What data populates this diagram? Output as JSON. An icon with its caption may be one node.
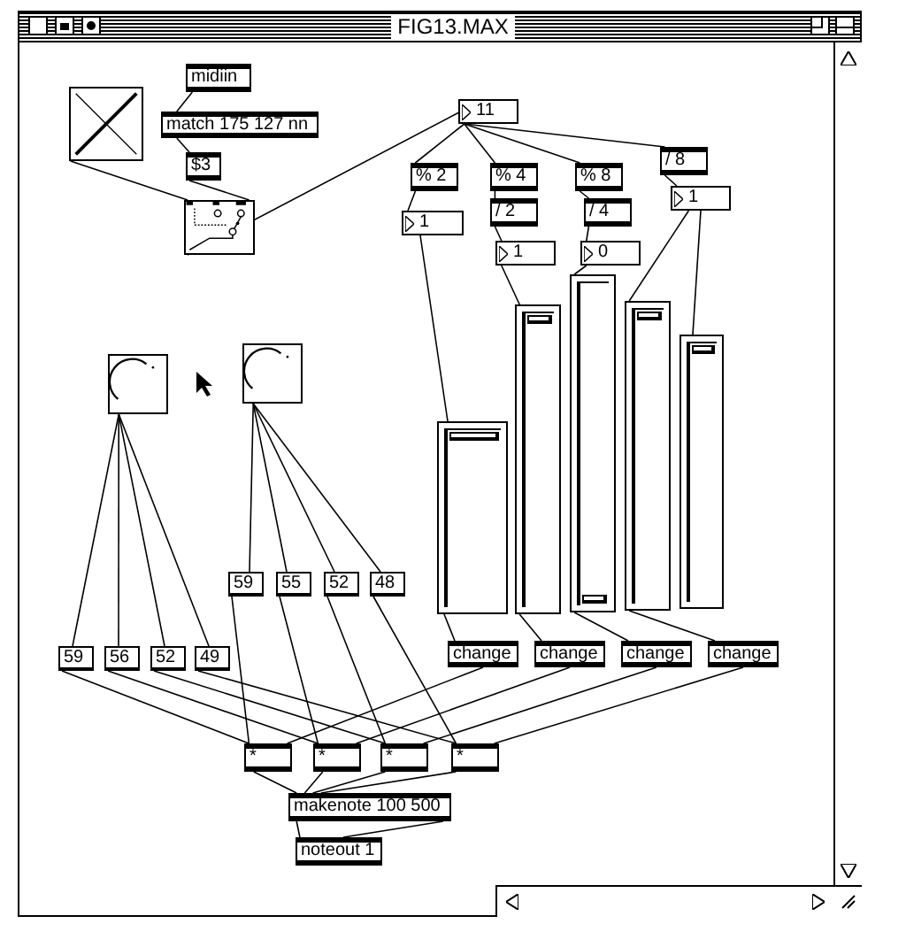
{
  "diagram": {
    "title": "FIG13.MAX",
    "nodes": [
      {
        "text": [
          "midiin"
        ]
      },
      {
        "text": [
          "match 175 127 nn"
        ]
      },
      {
        "text": [
          "$3"
        ]
      },
      {
        "text": [],
        "shape": "box"
      },
      {
        "text": [],
        "shape": "box"
      },
      {
        "text": [
          "11"
        ]
      },
      {
        "text": [
          "% 2"
        ]
      },
      {
        "text": [
          "% 4"
        ]
      },
      {
        "text": [
          "% 8"
        ]
      },
      {
        "text": [
          "/ 8"
        ]
      },
      {
        "text": [
          "1"
        ]
      },
      {
        "text": [
          "/ 2"
        ]
      },
      {
        "text": [
          "/ 4"
        ]
      },
      {
        "text": [
          "1"
        ]
      },
      {
        "text": [
          "1"
        ]
      },
      {
        "text": [
          "0"
        ]
      },
      {
        "text": [],
        "shape": "bar"
      },
      {
        "text": [],
        "shape": "bar"
      },
      {
        "text": [],
        "shape": "bar"
      },
      {
        "text": [],
        "shape": "bar"
      },
      {
        "text": [],
        "shape": "bar"
      },
      {
        "text": [
          "change"
        ]
      },
      {
        "text": [
          "change"
        ]
      },
      {
        "text": [
          "change"
        ]
      },
      {
        "text": [
          "change"
        ]
      },
      {
        "text": [],
        "shape": "box"
      },
      {
        "text": [],
        "shape": "box"
      },
      {
        "text": [
          "59"
        ]
      },
      {
        "text": [
          "55"
        ]
      },
      {
        "text": [
          "52"
        ]
      },
      {
        "text": [
          "48"
        ]
      },
      {
        "text": [
          "59"
        ]
      },
      {
        "text": [
          "56"
        ]
      },
      {
        "text": [
          "52"
        ]
      },
      {
        "text": [
          "49"
        ]
      },
      {
        "text": [
          "*"
        ]
      },
      {
        "text": [
          "*"
        ]
      },
      {
        "text": [
          "*"
        ]
      },
      {
        "text": [
          "*"
        ]
      },
      {
        "text": [
          "makenote 100 500"
        ]
      },
      {
        "text": [
          "noteout 1"
        ]
      }
    ],
    "edges": [
      {
        "from": 0,
        "to": 1,
        "arrow": "none"
      },
      {
        "from": 1,
        "to": 2,
        "arrow": "none"
      },
      {
        "from": 2,
        "to": 4,
        "arrow": "none"
      },
      {
        "from": 3,
        "to": 4,
        "arrow": "none"
      },
      {
        "from": 4,
        "to": 5,
        "arrow": "none"
      },
      {
        "from": 5,
        "to": 6,
        "arrow": "none"
      },
      {
        "from": 5,
        "to": 7,
        "arrow": "none"
      },
      {
        "from": 5,
        "to": 8,
        "arrow": "none"
      },
      {
        "from": 5,
        "to": 9,
        "arrow": "none"
      },
      {
        "from": 6,
        "to": 10,
        "arrow": "none"
      },
      {
        "from": 7,
        "to": 11,
        "arrow": "none"
      },
      {
        "from": 8,
        "to": 12,
        "arrow": "none"
      },
      {
        "from": 9,
        "to": 13,
        "arrow": "none"
      },
      {
        "from": 11,
        "to": 14,
        "arrow": "none"
      },
      {
        "from": 12,
        "to": 15,
        "arrow": "none"
      },
      {
        "from": 10,
        "to": 16,
        "arrow": "none"
      },
      {
        "from": 14,
        "to": 17,
        "arrow": "none"
      },
      {
        "from": 15,
        "to": 18,
        "arrow": "none"
      },
      {
        "from": 13,
        "to": 19,
        "arrow": "none"
      },
      {
        "from": 13,
        "to": 20,
        "arrow": "none"
      },
      {
        "from": 16,
        "to": 21,
        "arrow": "none"
      },
      {
        "from": 17,
        "to": 22,
        "arrow": "none"
      },
      {
        "from": 18,
        "to": 23,
        "arrow": "none"
      },
      {
        "from": 19,
        "to": 24,
        "arrow": "none"
      },
      {
        "from": 25,
        "to": 31,
        "arrow": "none"
      },
      {
        "from": 25,
        "to": 32,
        "arrow": "none"
      },
      {
        "from": 25,
        "to": 33,
        "arrow": "none"
      },
      {
        "from": 25,
        "to": 34,
        "arrow": "none"
      },
      {
        "from": 26,
        "to": 27,
        "arrow": "none"
      },
      {
        "from": 26,
        "to": 28,
        "arrow": "none"
      },
      {
        "from": 26,
        "to": 29,
        "arrow": "none"
      },
      {
        "from": 26,
        "to": 30,
        "arrow": "none"
      },
      {
        "from": 31,
        "to": 35,
        "arrow": "none"
      },
      {
        "from": 32,
        "to": 36,
        "arrow": "none"
      },
      {
        "from": 33,
        "to": 37,
        "arrow": "none"
      },
      {
        "from": 34,
        "to": 38,
        "arrow": "none"
      },
      {
        "from": 27,
        "to": 35,
        "arrow": "none"
      },
      {
        "from": 28,
        "to": 36,
        "arrow": "none"
      },
      {
        "from": 29,
        "to": 37,
        "arrow": "none"
      },
      {
        "from": 30,
        "to": 38,
        "arrow": "none"
      },
      {
        "from": 21,
        "to": 35,
        "arrow": "none"
      },
      {
        "from": 22,
        "to": 36,
        "arrow": "none"
      },
      {
        "from": 23,
        "to": 37,
        "arrow": "none"
      },
      {
        "from": 24,
        "to": 38,
        "arrow": "none"
      },
      {
        "from": 35,
        "to": 39,
        "arrow": "none"
      },
      {
        "from": 36,
        "to": 39,
        "arrow": "none"
      },
      {
        "from": 37,
        "to": 39,
        "arrow": "none"
      },
      {
        "from": 38,
        "to": 39,
        "arrow": "none"
      },
      {
        "from": 39,
        "to": 40,
        "arrow": "none"
      },
      {
        "from": 39,
        "to": 40,
        "arrow": "none"
      }
    ]
  }
}
